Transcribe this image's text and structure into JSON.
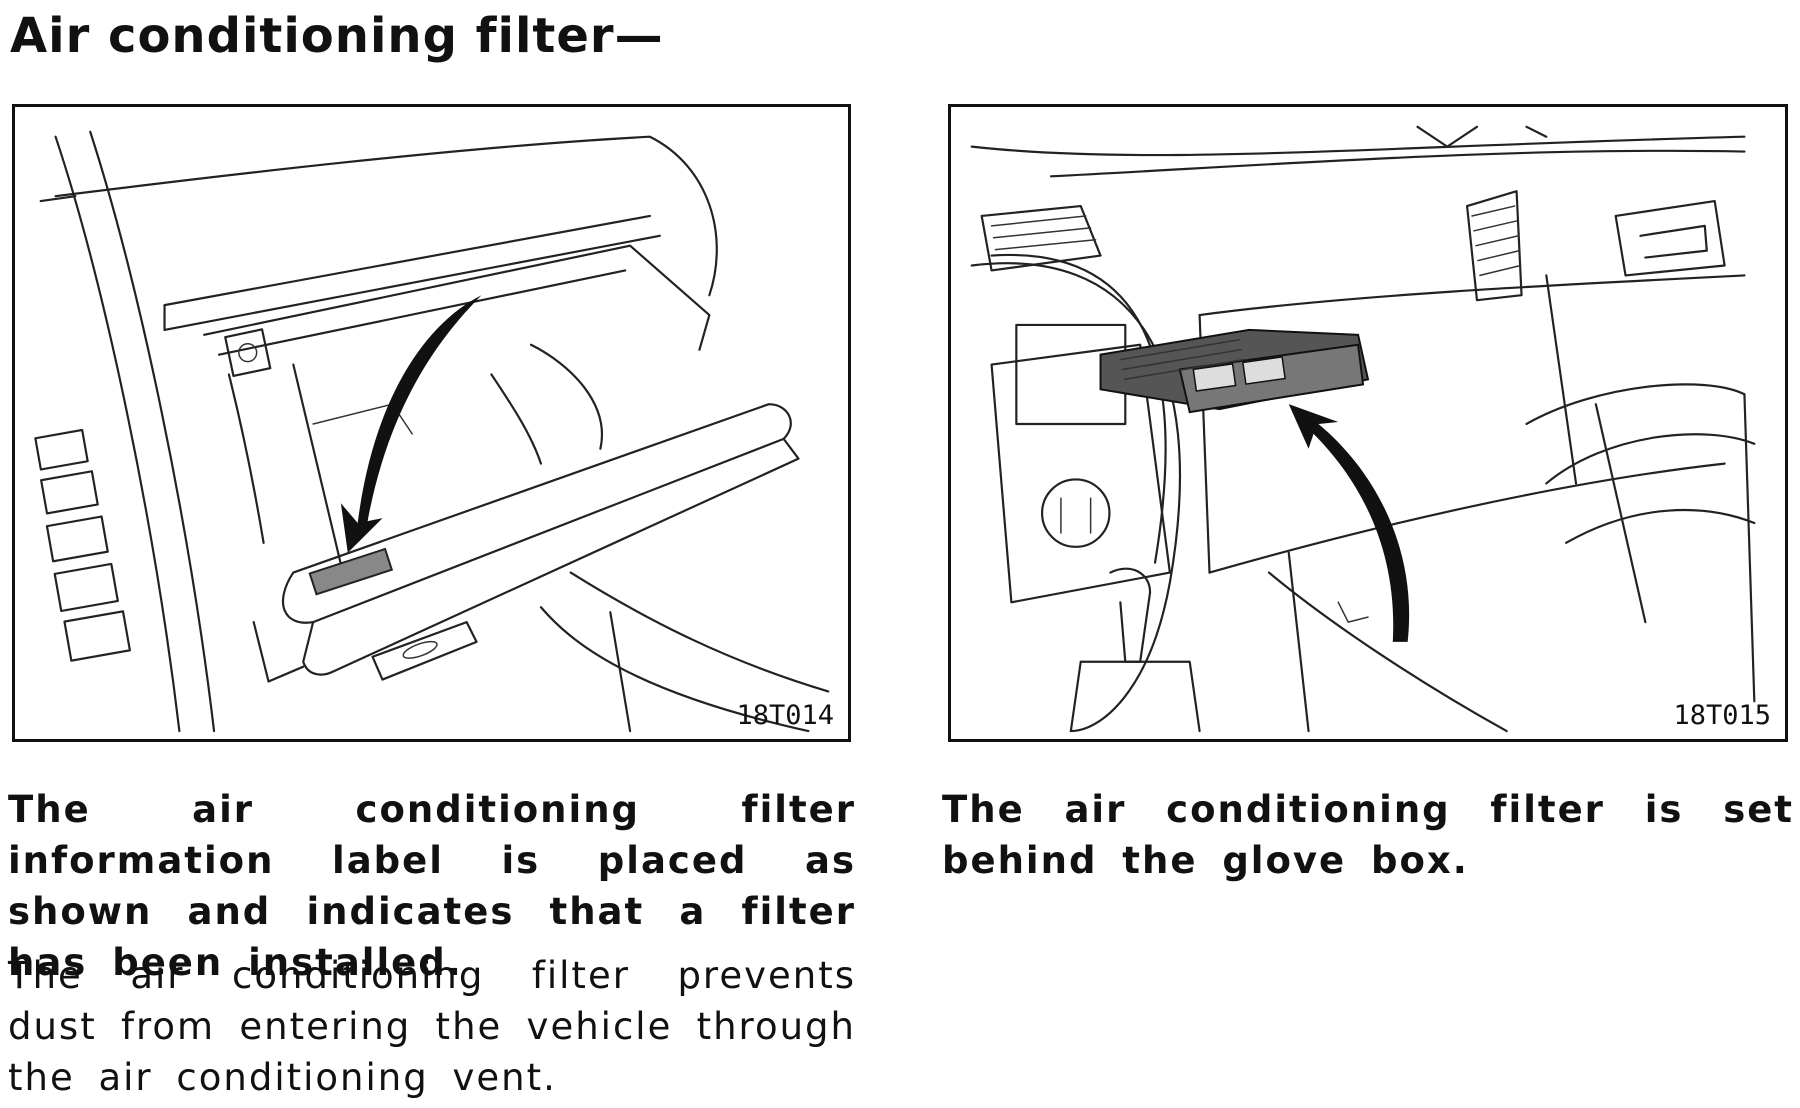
{
  "page": {
    "heading": "Air conditioning filter—"
  },
  "figures": {
    "left": {
      "code": "18T014",
      "icon": "glove-box-label-illustration"
    },
    "right": {
      "code": "18T015",
      "icon": "filter-behind-glove-box-illustration"
    }
  },
  "text": {
    "left_bold": "The air conditioning filter information label is placed as shown and indicates that a filter has been installed.",
    "left_normal": "The air conditioning filter prevents dust from entering the vehicle through the air conditioning vent.",
    "right_bold": "The air conditioning filter is set behind the glove box."
  }
}
